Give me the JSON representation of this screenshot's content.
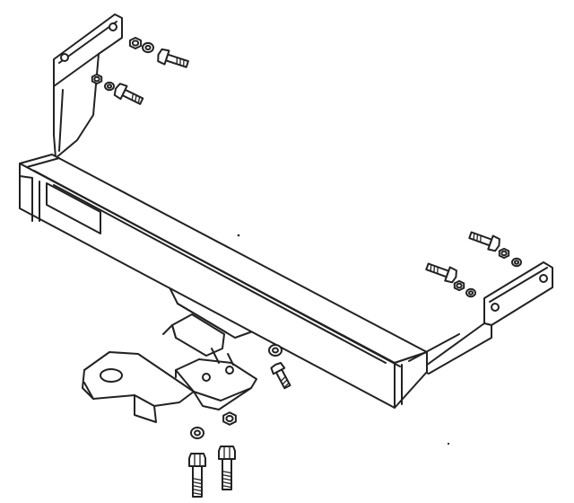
{
  "diagram": {
    "kind": "exploded-assembly",
    "colors": {
      "ink": "#222222",
      "paper": "#ffffff",
      "background": "#ffffff"
    },
    "parts": [
      {
        "name": "crossbar-beam"
      },
      {
        "name": "left-mounting-bracket"
      },
      {
        "name": "right-mounting-bracket"
      },
      {
        "name": "tow-ball-mount"
      },
      {
        "name": "center-support-plate"
      },
      {
        "name": "bolt"
      },
      {
        "name": "washer"
      },
      {
        "name": "nut"
      }
    ]
  }
}
